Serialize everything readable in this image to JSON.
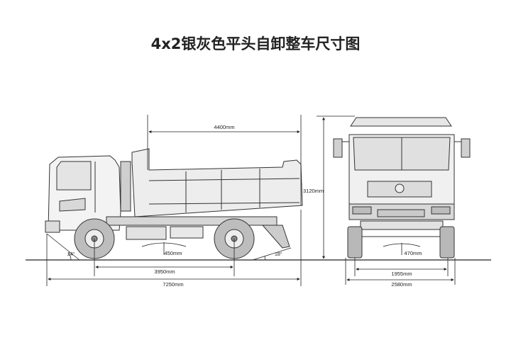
{
  "title": "4x2银灰色平头自卸整车尺寸图",
  "side_view": {
    "box_length": "4400mm",
    "overall_length": "7250mm",
    "wheelbase": "3950mm",
    "ground_clearance": "450mm",
    "approach_angle": "24°",
    "departure_angle": "18°"
  },
  "front_view": {
    "overall_height": "3120mm",
    "track_width": "1955mm",
    "overall_width": "2580mm",
    "ground_clearance": "470mm"
  }
}
